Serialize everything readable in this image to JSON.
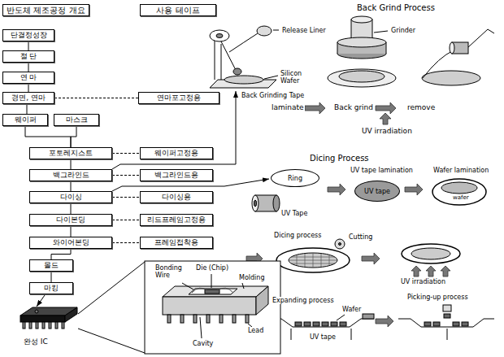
{
  "diagram": {
    "nodes": [
      {
        "text": [
          "반도체 제조공정 개요"
        ]
      },
      {
        "text": [
          "사용 테이프"
        ]
      },
      {
        "text": [
          "단결정성장"
        ]
      },
      {
        "text": [
          "절 단"
        ]
      },
      {
        "text": [
          "연 마"
        ]
      },
      {
        "text": [
          "경면, 연마"
        ]
      },
      {
        "text": [
          "웨이퍼"
        ]
      },
      {
        "text": [
          "마스크"
        ]
      },
      {
        "text": [
          "포토레지스트"
        ]
      },
      {
        "text": [
          "백그라인드"
        ]
      },
      {
        "text": [
          "다이싱"
        ]
      },
      {
        "text": [
          "다이본딩"
        ]
      },
      {
        "text": [
          "와이어본딩"
        ]
      },
      {
        "text": [
          "몰드"
        ]
      },
      {
        "text": [
          "마킹"
        ]
      },
      {
        "text": [
          "연마포고정용"
        ]
      },
      {
        "text": [
          "웨이퍼고정용"
        ]
      },
      {
        "text": [
          "백그라인드용"
        ]
      },
      {
        "text": [
          "다이싱용"
        ]
      },
      {
        "text": [
          "리드프레임고정용"
        ]
      },
      {
        "text": [
          "프레임접착용"
        ]
      },
      {
        "text": [
          "Ring"
        ]
      },
      {
        "text": [
          "UV tape"
        ]
      }
    ],
    "edges": [
      {
        "from": 2,
        "to": 3,
        "arrow": "none"
      },
      {
        "from": 3,
        "to": 4,
        "arrow": "none"
      },
      {
        "from": 4,
        "to": 5,
        "arrow": "none"
      },
      {
        "from": 5,
        "to": 6,
        "arrow": "none"
      },
      {
        "from": 6,
        "to": 8,
        "arrow": "none"
      },
      {
        "from": 7,
        "to": 8,
        "arrow": "none"
      },
      {
        "from": 8,
        "to": 9,
        "arrow": "none"
      },
      {
        "from": 9,
        "to": 10,
        "arrow": "none"
      },
      {
        "from": 10,
        "to": 11,
        "arrow": "none"
      },
      {
        "from": 11,
        "to": 12,
        "arrow": "none"
      },
      {
        "from": 12,
        "to": 13,
        "arrow": "none"
      },
      {
        "from": 13,
        "to": 14,
        "arrow": "none"
      },
      {
        "from": 5,
        "to": 15,
        "arrow": "none"
      },
      {
        "from": 8,
        "to": 16,
        "arrow": "none"
      },
      {
        "from": 9,
        "to": 17,
        "arrow": "none"
      },
      {
        "from": 10,
        "to": 18,
        "arrow": "none"
      },
      {
        "from": 11,
        "to": 19,
        "arrow": "none"
      },
      {
        "from": 12,
        "to": 20,
        "arrow": "none"
      }
    ],
    "labels": [
      "Back Grind Process",
      "Release Liner",
      "Grinder",
      "Back Grinding Tape",
      "Silicon Wafer",
      "laminate",
      "Back grind",
      "remove",
      "UV irradiation",
      "Dicing Process",
      "UV Tape",
      "UV tape lamination",
      "Wafer lamination",
      "wafer",
      "Dicing process",
      "Cutting",
      "UV irradiation",
      "Expanding process",
      "Wafer",
      "UV tape",
      "Picking-up process",
      "Bonding Wire",
      "Die (Chip)",
      "Molding",
      "Lead",
      "Cavity",
      "완성 IC"
    ]
  }
}
